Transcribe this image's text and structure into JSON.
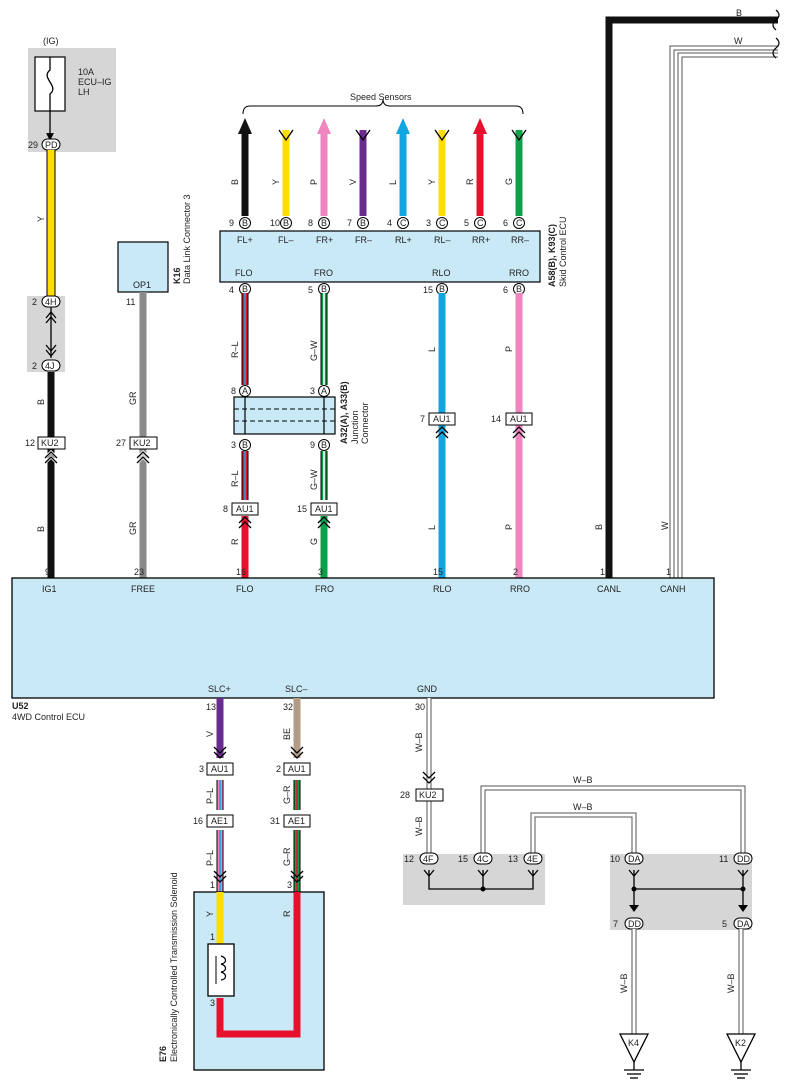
{
  "top": {
    "ig": "(IG)",
    "fuse_amp": "10A",
    "fuse_name1": "ECU–IG",
    "fuse_name2": "LH",
    "pd_pin": "29",
    "pd_label": "PD"
  },
  "wires": {
    "y": "Y",
    "b": "B",
    "gr": "GR",
    "rl": "R–L",
    "gw": "G–W",
    "l": "L",
    "p": "P",
    "r": "R",
    "g": "G",
    "v": "V",
    "be": "BE",
    "pl": "P–L",
    "gr2": "G–R",
    "wb": "W–B",
    "w": "W"
  },
  "conn": {
    "h4": {
      "pin": "2",
      "label": "4H"
    },
    "j4": {
      "pin": "2",
      "label": "4J"
    },
    "ku2_a": {
      "pin": "12",
      "label": "KU2"
    },
    "ku2_b": {
      "pin": "27",
      "label": "KU2"
    },
    "ku2_c": {
      "pin": "28",
      "label": "KU2"
    },
    "au1_fl": {
      "pin": "8",
      "label": "AU1"
    },
    "au1_fr": {
      "pin": "15",
      "label": "AU1"
    },
    "au1_rl": {
      "pin": "7",
      "label": "AU1"
    },
    "au1_rr": {
      "pin": "14",
      "label": "AU1"
    },
    "au1_slcp": {
      "pin": "3",
      "label": "AU1"
    },
    "au1_slcm": {
      "pin": "2",
      "label": "AU1"
    },
    "ae1_slcp": {
      "pin": "16",
      "label": "AE1"
    },
    "ae1_slcm": {
      "pin": "31",
      "label": "AE1"
    }
  },
  "k16": {
    "id": "K16",
    "name": "Data Link Connector 3",
    "pin_label": "OP1",
    "pin": "11"
  },
  "skid": {
    "id": "A58(B), K93(C)",
    "name": "Skid Control ECU",
    "group_label": "Speed Sensors",
    "top_pins": [
      {
        "num": "9",
        "conn": "B",
        "label": "FL+",
        "color": "B"
      },
      {
        "num": "10",
        "conn": "B",
        "label": "FL–",
        "color": "Y"
      },
      {
        "num": "8",
        "conn": "B",
        "label": "FR+",
        "color": "P"
      },
      {
        "num": "7",
        "conn": "B",
        "label": "FR–",
        "color": "V"
      },
      {
        "num": "4",
        "conn": "C",
        "label": "RL+",
        "color": "L"
      },
      {
        "num": "3",
        "conn": "C",
        "label": "RL–",
        "color": "Y"
      },
      {
        "num": "5",
        "conn": "C",
        "label": "RR+",
        "color": "R"
      },
      {
        "num": "6",
        "conn": "C",
        "label": "RR–",
        "color": "G"
      }
    ],
    "bottom_pins": [
      {
        "num": "4",
        "conn": "B",
        "label": "FLO"
      },
      {
        "num": "5",
        "conn": "B",
        "label": "FRO"
      },
      {
        "num": "15",
        "conn": "B",
        "label": "RLO"
      },
      {
        "num": "6",
        "conn": "B",
        "label": "RRO"
      }
    ]
  },
  "junction": {
    "id": "A32(A), A33(B)",
    "name1": "Junction",
    "name2": "Connector",
    "pins": [
      {
        "num": "8",
        "conn": "A"
      },
      {
        "num": "3",
        "conn": "A"
      },
      {
        "num": "3",
        "conn": "B"
      },
      {
        "num": "9",
        "conn": "B"
      }
    ]
  },
  "u52": {
    "id": "U52",
    "name": "4WD Control ECU",
    "top_pins": [
      {
        "num": "9",
        "label": "IG1"
      },
      {
        "num": "23",
        "label": "FREE"
      },
      {
        "num": "16",
        "label": "FLO"
      },
      {
        "num": "3",
        "label": "FRO"
      },
      {
        "num": "15",
        "label": "RLO"
      },
      {
        "num": "2",
        "label": "RRO"
      },
      {
        "num": "14",
        "label": "CANL"
      },
      {
        "num": "1",
        "label": "CANH"
      }
    ],
    "bottom_pins": [
      {
        "num": "13",
        "label": "SLC+"
      },
      {
        "num": "32",
        "label": "SLC–"
      },
      {
        "num": "30",
        "label": "GND"
      }
    ]
  },
  "e76": {
    "id": "E76",
    "name": "Electronically Controlled Transmission Solenoid",
    "pins": [
      "1",
      "3",
      "1",
      "3"
    ]
  },
  "jb_left": [
    {
      "num": "12",
      "label": "4F"
    },
    {
      "num": "15",
      "label": "4C"
    },
    {
      "num": "13",
      "label": "4E"
    }
  ],
  "jb_right": [
    {
      "num": "10",
      "label": "DA"
    },
    {
      "num": "11",
      "label": "DD"
    },
    {
      "num": "7",
      "label": "DD"
    },
    {
      "num": "5",
      "label": "DA"
    }
  ],
  "grounds": {
    "k4": "K4",
    "k2": "K2"
  },
  "colors": {
    "B": "#111111",
    "Y": "#ffdd00",
    "P": "#ef86c0",
    "V": "#6a2b8e",
    "L": "#11a6e0",
    "R": "#e8112d",
    "G": "#0ba04a",
    "GR": "#8a8a8a",
    "BE": "#b29c85",
    "W": "#ffffff",
    "panel": "#c9e9f6",
    "shade": "#d6d6d6"
  }
}
